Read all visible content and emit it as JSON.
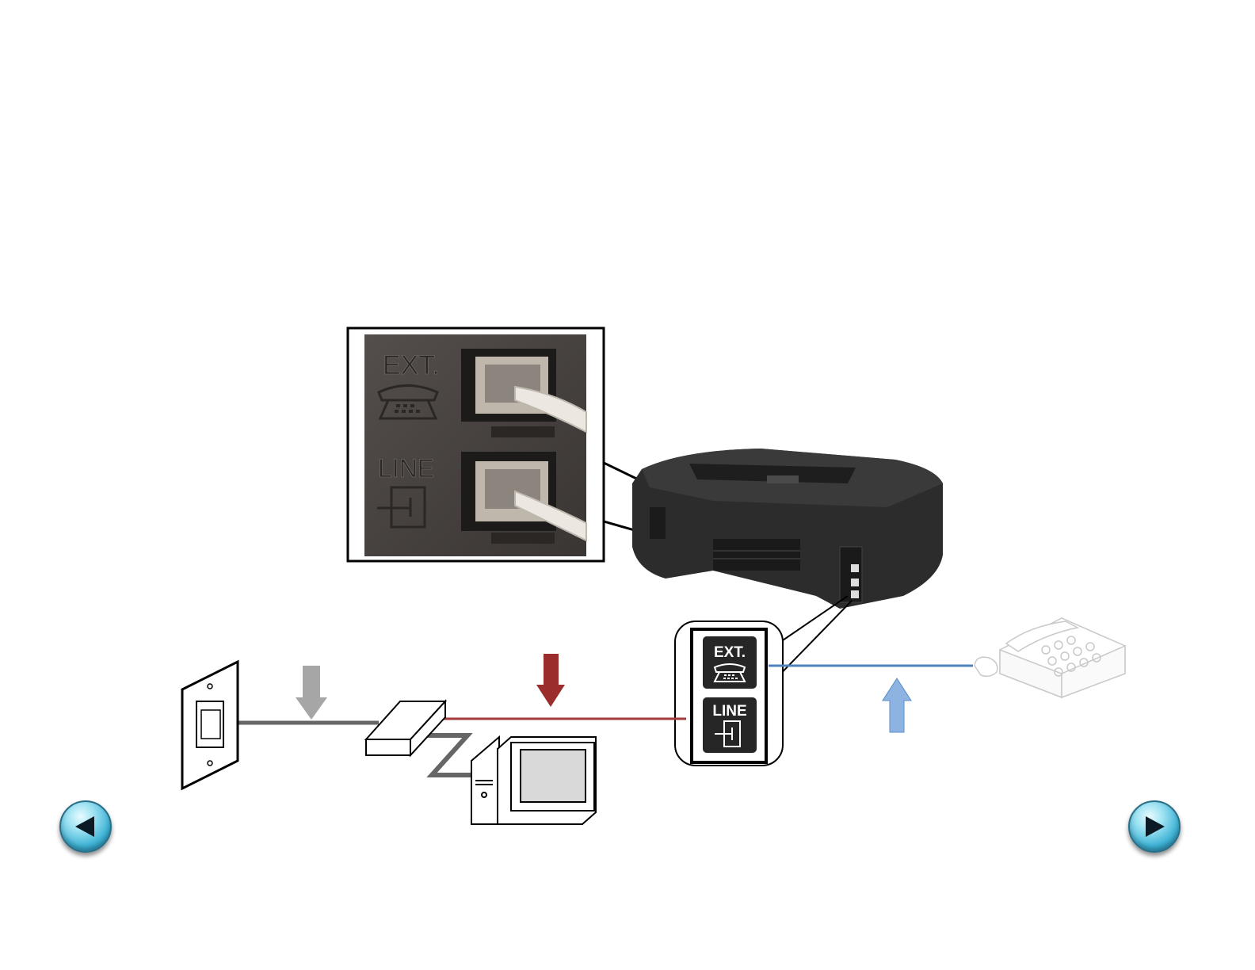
{
  "inset": {
    "ext_label": "EXT.",
    "line_label": "LINE"
  },
  "port_callout": {
    "ext_label": "EXT.",
    "line_label": "LINE"
  },
  "navigation": {
    "previous_icon": "play-left-icon",
    "next_icon": "play-right-icon"
  },
  "colors": {
    "wall_cable": "#666666",
    "printer_cable": "#a33a3a",
    "phone_cable": "#4f81bd",
    "gray_arrow": "#a6a6a6",
    "red_arrow": "#9b2d2d",
    "blue_arrow": "#8db3e2",
    "nav_button": "#3fb3d6"
  }
}
